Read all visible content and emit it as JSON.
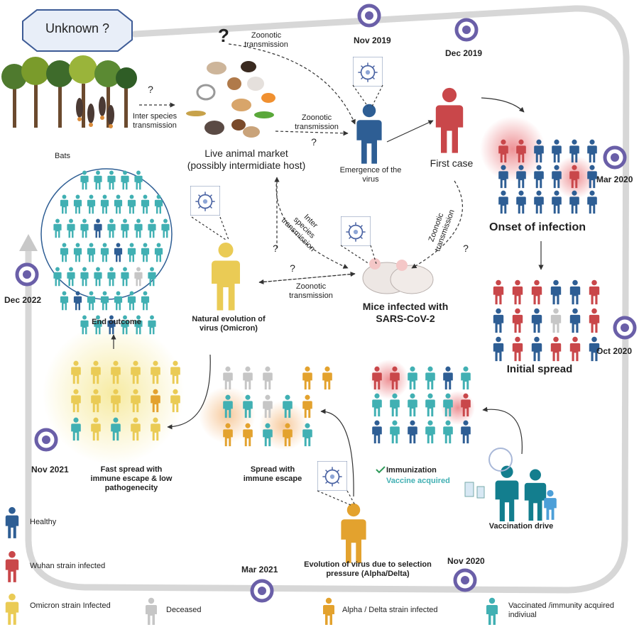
{
  "colors": {
    "healthy": "#2e5e94",
    "wuhan": "#c9474a",
    "omicron": "#eacb55",
    "deceased": "#c6c6c6",
    "alpha_delta": "#e3a22e",
    "vaccinated": "#41b0b3",
    "timeline": "#d7d7d7",
    "marker": "#6a5fa8"
  },
  "unknown": "Unknown ?",
  "dates": {
    "nov2019": "Nov 2019",
    "dec2019": "Dec 2019",
    "mar2020": "Mar 2020",
    "oct2020": "Oct 2020",
    "nov2020": "Nov 2020",
    "mar2021": "Mar 2021",
    "nov2021": "Nov 2021",
    "dec2022": "Dec 2022"
  },
  "labels": {
    "bats": "Bats",
    "q1": "?",
    "q2": "?",
    "q3": "?",
    "q4": "?",
    "q5": "?",
    "big_q": "?",
    "inter_species_1": "Inter species\ntransmission",
    "zoonotic_1": "Zoonotic\ntransmission",
    "zoonotic_2": "Zoonotic\ntransmission",
    "live_market": "Live animal market\n(possibly intermidiate host)",
    "emergence": "Emergence of the\nvirus",
    "first_case": "First case",
    "onset": "Onset of infection",
    "inter_species_2": "Inter species\ntransmission",
    "zoonotic_3": "Zoonotic\ntransmission",
    "zoonotic_4": "Zoonotic\ntransmission",
    "mice": "Mice infected with\nSARS-CoV-2",
    "natural_evolution": "Natural evolution of\nvirus (Omicron)",
    "end_outcome": "End outcome",
    "initial_spread": "Initial spread",
    "immunization": "Immunization",
    "vaccine_acquired": "Vaccine acquired",
    "vaccination_drive": "Vaccination drive",
    "spread_escape": "Spread with\nimmune escape",
    "fast_spread": "Fast spread with\nimmune escape & low\npathogenecity",
    "evolution_selection": "Evolution of  virus  due to selection\npressure (Alpha/Delta)"
  },
  "legend": {
    "healthy": "Healthy",
    "wuhan": "Wuhan strain infected",
    "omicron": "Omicron strain  Infected",
    "deceased": "Deceased",
    "alpha": "Alpha / Delta strain  infected",
    "vaccinated": "Vaccinated /immunity acquired\nindiviual"
  }
}
